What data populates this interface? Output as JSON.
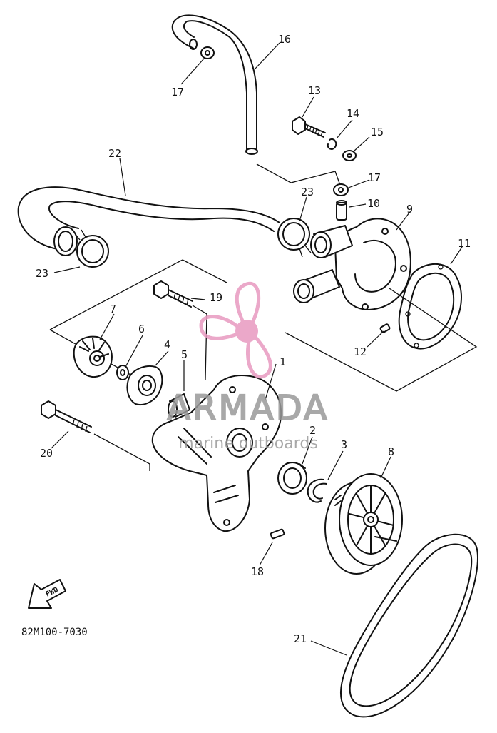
{
  "diagram": {
    "catalog_number": "82M100-7030",
    "fwd_label": "FWD",
    "callouts": [
      {
        "id": "c1",
        "text": "1"
      },
      {
        "id": "c2",
        "text": "2"
      },
      {
        "id": "c3",
        "text": "3"
      },
      {
        "id": "c4",
        "text": "4"
      },
      {
        "id": "c5",
        "text": "5"
      },
      {
        "id": "c6",
        "text": "6"
      },
      {
        "id": "c7",
        "text": "7"
      },
      {
        "id": "c8",
        "text": "8"
      },
      {
        "id": "c9",
        "text": "9"
      },
      {
        "id": "c10",
        "text": "10"
      },
      {
        "id": "c11",
        "text": "11"
      },
      {
        "id": "c12",
        "text": "12"
      },
      {
        "id": "c13",
        "text": "13"
      },
      {
        "id": "c14",
        "text": "14"
      },
      {
        "id": "c15",
        "text": "15"
      },
      {
        "id": "c16",
        "text": "16"
      },
      {
        "id": "c17a",
        "text": "17"
      },
      {
        "id": "c17b",
        "text": "17"
      },
      {
        "id": "c18",
        "text": "18"
      },
      {
        "id": "c19",
        "text": "19"
      },
      {
        "id": "c20",
        "text": "20"
      },
      {
        "id": "c21",
        "text": "21"
      },
      {
        "id": "c22",
        "text": "22"
      },
      {
        "id": "c23a",
        "text": "23"
      },
      {
        "id": "c23b",
        "text": "23"
      }
    ]
  },
  "watermark": {
    "brand": "ARMADA",
    "tagline": "marine outboards",
    "color_pink": "#e89ac0",
    "color_gray": "#9a9a9a"
  }
}
